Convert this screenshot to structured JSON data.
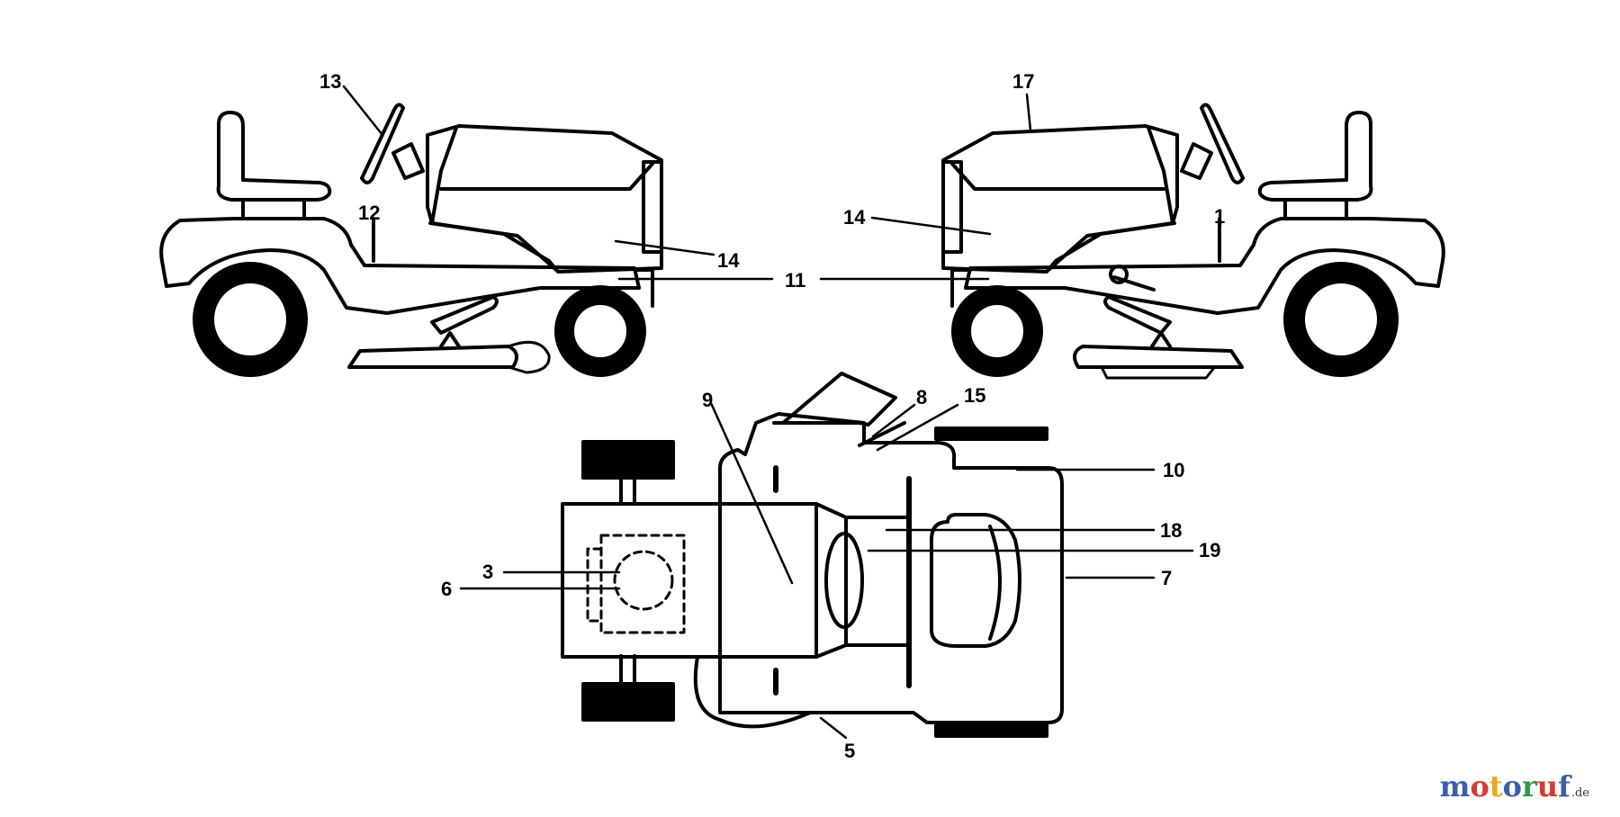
{
  "callouts": {
    "c13": "13",
    "c12": "12",
    "c14a": "14",
    "c11": "11",
    "c17": "17",
    "c14b": "14",
    "c1": "1",
    "c9": "9",
    "c8": "8",
    "c15": "15",
    "c10": "10",
    "c18": "18",
    "c19": "19",
    "c7": "7",
    "c3": "3",
    "c6": "6",
    "c5": "5"
  },
  "watermark": {
    "letters": [
      "m",
      "o",
      "t",
      "o",
      "r",
      "u",
      "f"
    ],
    "colors": [
      "#3b5fa8",
      "#d63a2f",
      "#f2a51a",
      "#3b5fa8",
      "#2e9a4a",
      "#d63a2f",
      "#3b5fa8"
    ],
    "suffix": ".de"
  },
  "colors": {
    "line": "#000000",
    "background": "#ffffff"
  }
}
